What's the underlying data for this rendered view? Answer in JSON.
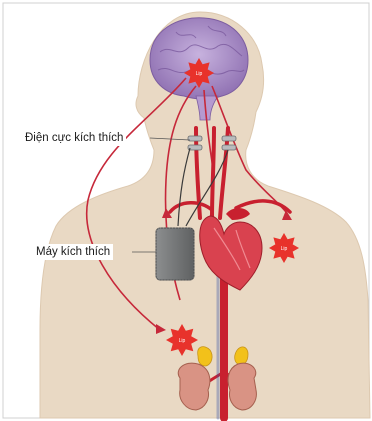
{
  "labels": {
    "electrode": "Điện cực kích thích",
    "stimulator": "Máy kích thích"
  },
  "burst_text": "Lip",
  "burst_icon": "starburst-icon",
  "colors": {
    "body": "#e9d9c4",
    "brain": "#a98fc6",
    "artery": "#c8202f",
    "nerve": "#c6283a",
    "burst": "#e8322b",
    "device": "#7d7f80",
    "gland": "#f2c11a",
    "kidney": "#d99384"
  }
}
